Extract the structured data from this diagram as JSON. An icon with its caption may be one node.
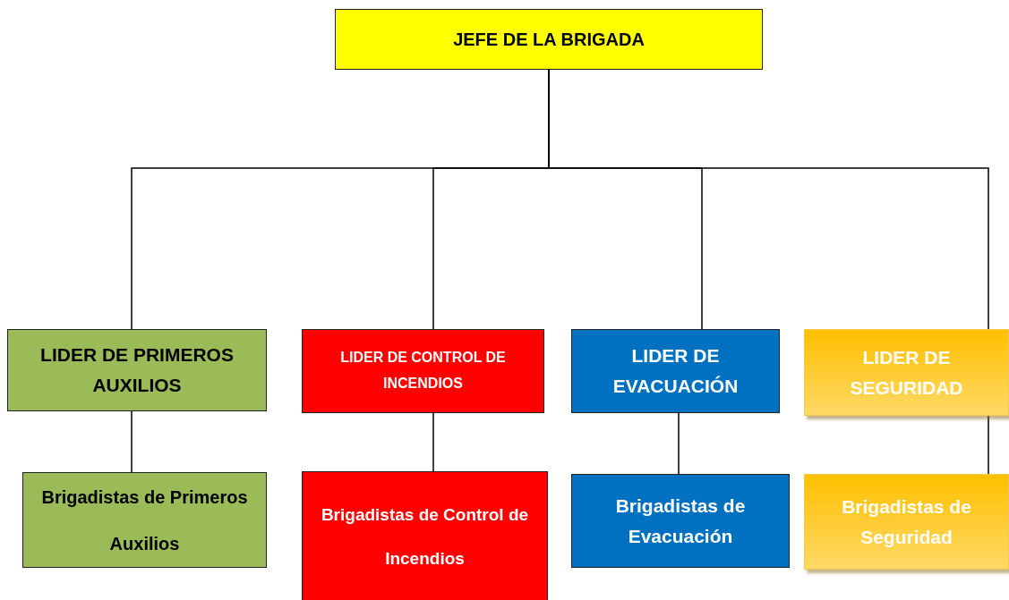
{
  "diagram": {
    "nodes": [
      {
        "text": [
          "JEFE DE LA BRIGADA"
        ]
      },
      {
        "text": [
          "LIDER DE PRIMEROS AUXILIOS"
        ]
      },
      {
        "text": [
          "LIDER DE CONTROL DE INCENDIOS"
        ]
      },
      {
        "text": [
          "LIDER DE EVACUACIÓN"
        ]
      },
      {
        "text": [
          "LIDER DE SEGURIDAD"
        ]
      },
      {
        "text": [
          "Brigadistas de Primeros Auxilios"
        ]
      },
      {
        "text": [
          "Brigadistas de Control de Incendios"
        ]
      },
      {
        "text": [
          "Brigadistas de Evacuación"
        ]
      },
      {
        "text": [
          "Brigadistas de Seguridad"
        ]
      }
    ],
    "edges": [
      {
        "from": 0,
        "to": 1,
        "arrow": "none"
      },
      {
        "from": 0,
        "to": 2,
        "arrow": "none"
      },
      {
        "from": 0,
        "to": 3,
        "arrow": "none"
      },
      {
        "from": 0,
        "to": 4,
        "arrow": "none"
      },
      {
        "from": 1,
        "to": 5,
        "arrow": "none"
      },
      {
        "from": 2,
        "to": 6,
        "arrow": "none"
      },
      {
        "from": 3,
        "to": 7,
        "arrow": "none"
      },
      {
        "from": 4,
        "to": 8,
        "arrow": "none"
      }
    ]
  }
}
